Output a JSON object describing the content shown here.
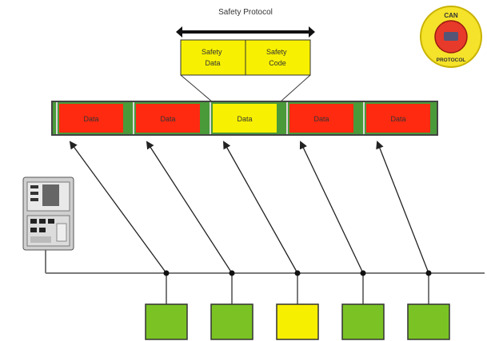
{
  "header": {
    "label": "Safety Protocol"
  },
  "safety_packet": {
    "left_label": "Safety Data",
    "right_label": "Safety Code"
  },
  "frames": [
    {
      "label": "Data",
      "kind": "data"
    },
    {
      "label": "Data",
      "kind": "data"
    },
    {
      "label": "Data",
      "kind": "safety"
    },
    {
      "label": "Data",
      "kind": "data"
    },
    {
      "label": "Data",
      "kind": "data"
    }
  ],
  "devices": [
    {
      "kind": "standard"
    },
    {
      "kind": "standard"
    },
    {
      "kind": "safety"
    },
    {
      "kind": "standard"
    },
    {
      "kind": "standard"
    }
  ],
  "badge": {
    "top_text": "CAN",
    "bottom_text": "PROTOCOL"
  },
  "colors": {
    "data_frame": "#ff2a10",
    "safety_frame": "#f7f000",
    "frame_edge": "#4a9a3a",
    "device_standard": "#7bc324",
    "device_safety": "#f7ef00",
    "bus_line": "#7a7a7a",
    "badge_outer": "#f5e22a",
    "badge_inner": "#e83a2a"
  }
}
